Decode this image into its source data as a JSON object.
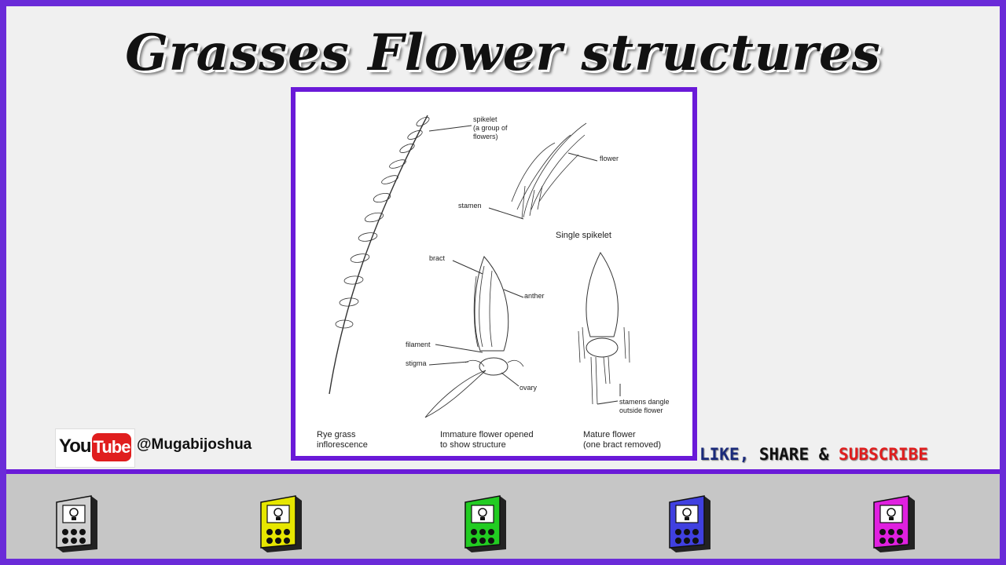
{
  "title": "Grasses Flower structures",
  "diagram": {
    "labels": {
      "spikelet": "spikelet\n(a group of\nflowers)",
      "flower": "flower",
      "stamen": "stamen",
      "single_spikelet": "Single spikelet",
      "bract": "bract",
      "anther": "anther",
      "filament": "filament",
      "stigma": "stigma",
      "ovary": "ovary",
      "stamens_dangle": "stamens dangle\noutside flower"
    },
    "captions": {
      "rye": "Rye grass\ninflorescence",
      "immature": "Immature flower opened\nto show structure",
      "mature": "Mature flower\n(one bract removed)"
    }
  },
  "footer": {
    "youtube_you": "You",
    "youtube_tube": "Tube",
    "handle": "@Mugabijoshua",
    "cta_like": "LIKE,",
    "cta_share": "SHARE &",
    "cta_subscribe": "SUBSCRIBE"
  },
  "colors": {
    "frame": "#6a2bd8",
    "diagram_border": "#6a1ad8",
    "subscribe": "#e01e1e",
    "books": [
      "#d0d0d0",
      "#e6e600",
      "#22cc22",
      "#4040e0",
      "#e020e0"
    ]
  },
  "icons": [
    "book-icon",
    "book-icon",
    "book-icon",
    "book-icon",
    "book-icon"
  ]
}
